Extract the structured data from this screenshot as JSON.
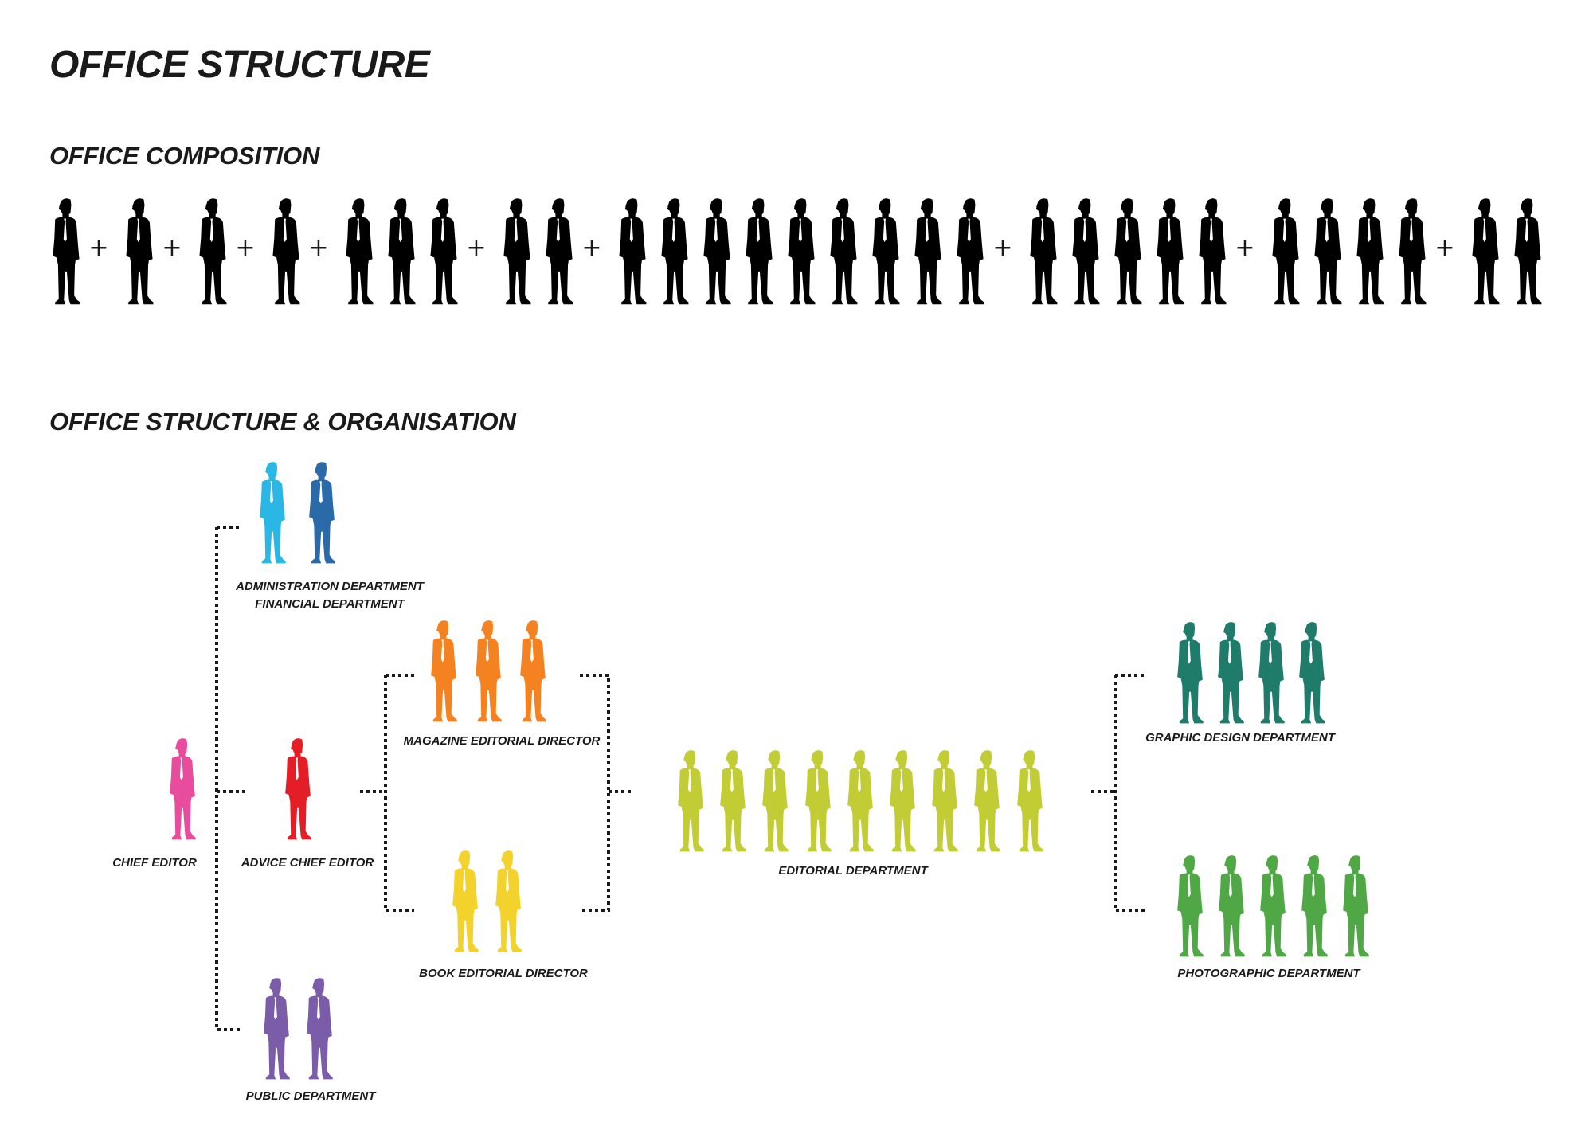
{
  "title": "OFFICE STRUCTURE",
  "sections": {
    "composition": "OFFICE COMPOSITION",
    "organisation": "OFFICE STRUCTURE & ORGANISATION"
  },
  "composition": {
    "groups": [
      1,
      1,
      1,
      1,
      3,
      2,
      9,
      5,
      4,
      2
    ],
    "separator": "+",
    "color": "#000000"
  },
  "org": {
    "chief": {
      "label": "CHIEF EDITOR",
      "color": "#e84c9c"
    },
    "advice": {
      "label": "ADVICE CHIEF EDITOR",
      "color": "#e31e26"
    },
    "admin": {
      "label_1": "ADMINISTRATION DEPARTMENT",
      "label_2": "FINANCIAL DEPARTMENT",
      "colors": [
        "#2ab7e6",
        "#2b6aa8"
      ]
    },
    "public": {
      "label": "PUBLIC DEPARTMENT",
      "color": "#7b5ca8"
    },
    "magazine": {
      "label": "MAGAZINE EDITORIAL DIRECTOR",
      "color": "#f58220",
      "count": 3
    },
    "book": {
      "label": "BOOK EDITORIAL DIRECTOR",
      "color": "#f2d22b",
      "count": 2
    },
    "editorial": {
      "label": "EDITORIAL DEPARTMENT",
      "color": "#c2cc35",
      "count": 9
    },
    "graphic": {
      "label": "GRAPHIC DESIGN DEPARTMENT",
      "color": "#1f7c6b",
      "count": 4
    },
    "photo": {
      "label": "PHOTOGRAPHIC DEPARTMENT",
      "color": "#4fa845",
      "count": 5
    }
  }
}
